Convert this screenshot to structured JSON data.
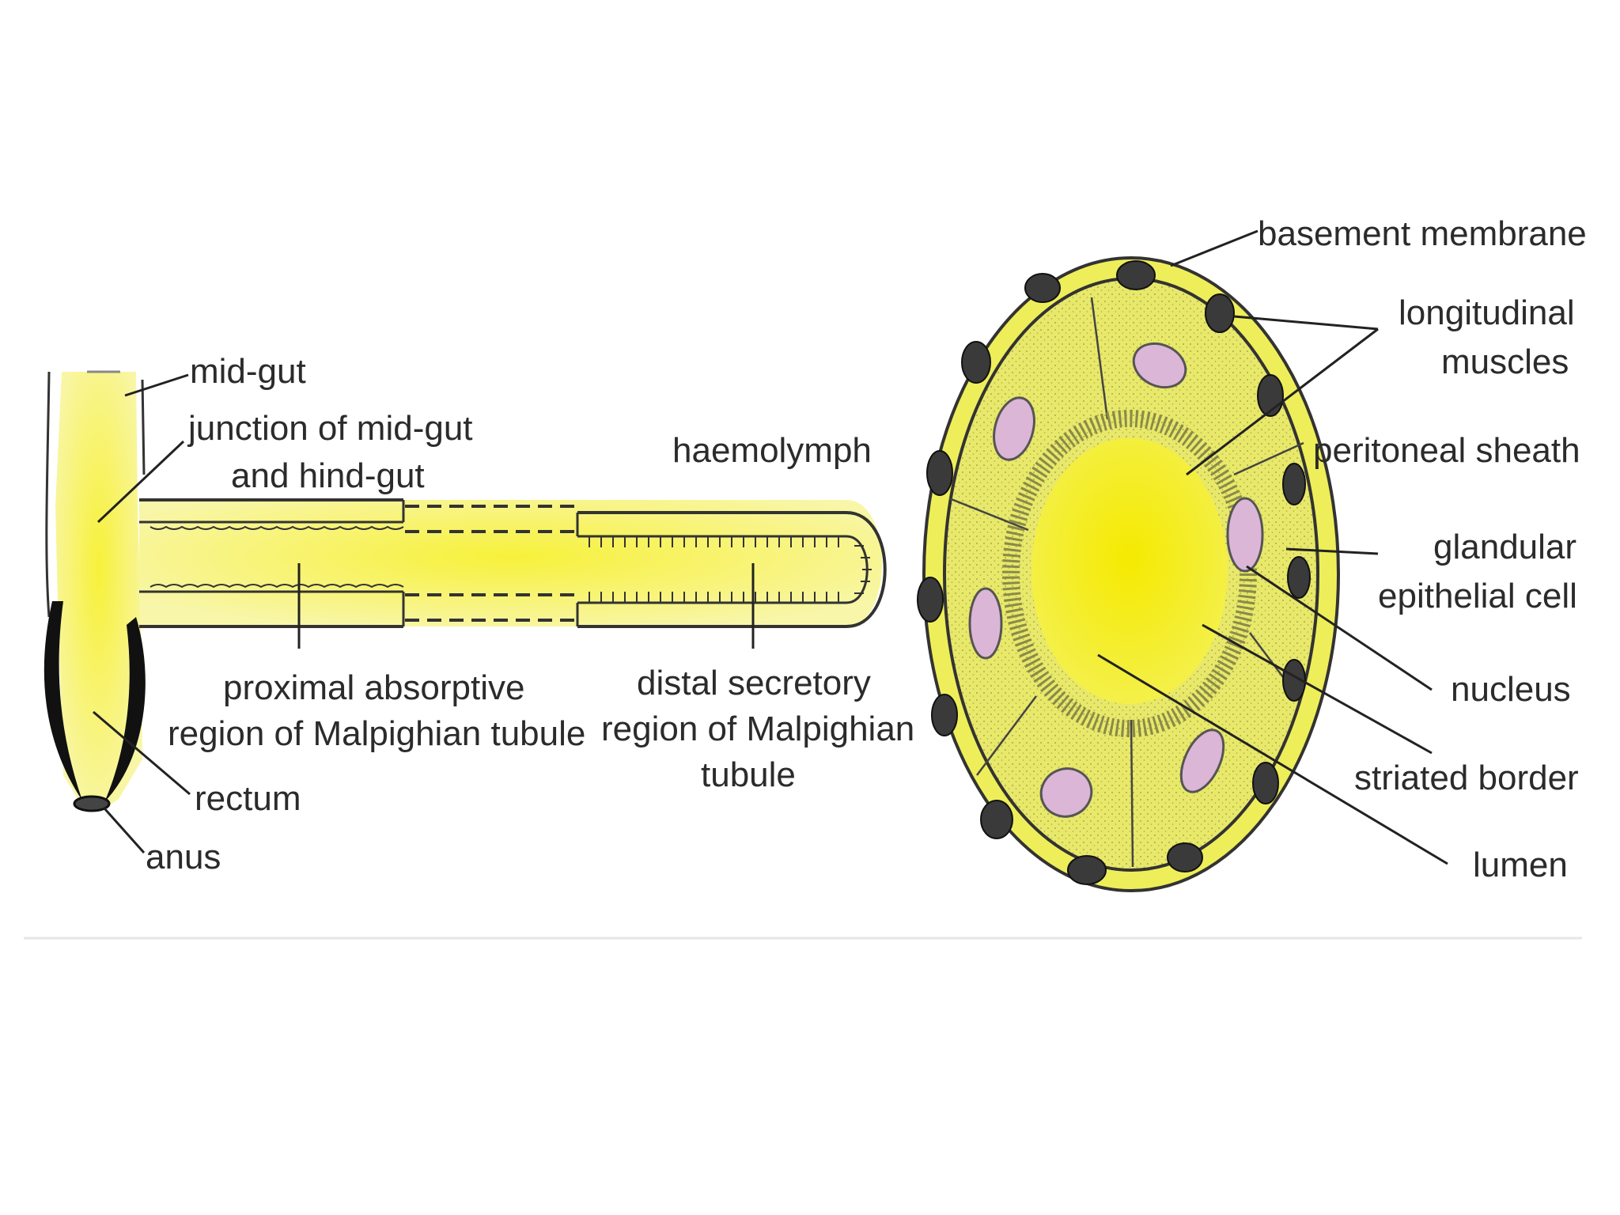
{
  "labels": {
    "mid_gut": "mid-gut",
    "junction_line1": "junction of mid-gut",
    "junction_line2": "and hind-gut",
    "haemolymph": "haemolymph",
    "proximal_line1": "proximal absorptive",
    "proximal_line2": "region of Malpighian tubule",
    "distal_line1": "distal secretory",
    "distal_line2": "region of Malpighian",
    "distal_line3": "tubule",
    "rectum": "rectum",
    "anus": "anus",
    "basement_membrane": "basement membrane",
    "longitudinal_line1": "longitudinal",
    "longitudinal_line2": "muscles",
    "peritoneal_sheath": "peritoneal sheath",
    "glandular_line1": "glandular",
    "glandular_line2": "epithelial cell",
    "nucleus": "nucleus",
    "striated_border": "striated border",
    "lumen": "lumen"
  },
  "colors": {
    "yellow_fill": "#f6f37a",
    "bright_yellow": "#f7f01c",
    "cell_fill": "#e9ea5c",
    "nucleus_fill": "#dcb6d6",
    "muscle_fill": "#3a3a3a",
    "outline": "#333333"
  }
}
